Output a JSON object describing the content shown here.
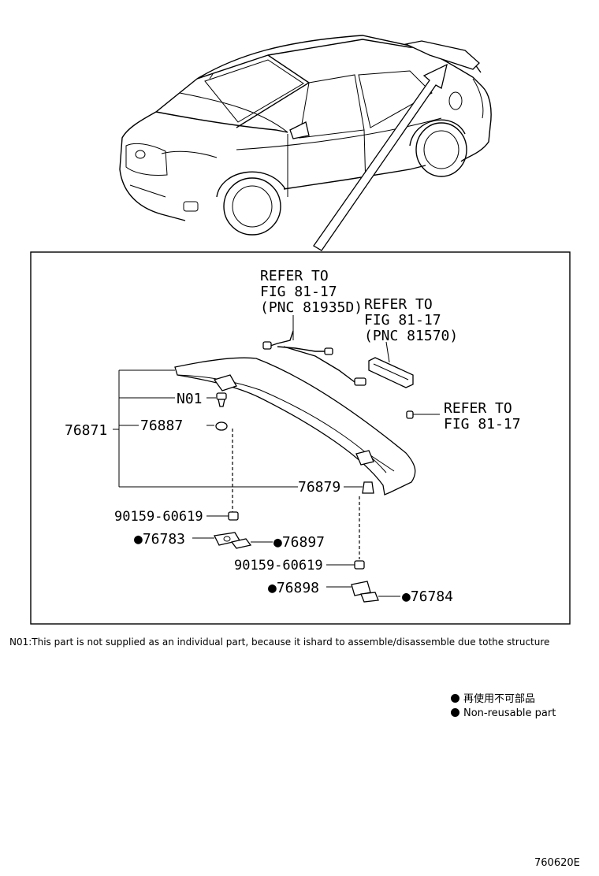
{
  "labels": {
    "refer1": [
      "REFER TO",
      "FIG 81-17",
      "(PNC 81935D)"
    ],
    "refer2": [
      "REFER TO",
      "FIG 81-17",
      "(PNC 81570)"
    ],
    "refer3": [
      "REFER TO",
      "FIG 81-17"
    ],
    "n01": "N01",
    "p76887": "76887",
    "p76871": "76871",
    "p76879": "76879",
    "bolt1": "90159-60619",
    "p76783": "●76783",
    "p76897": "●76897",
    "bolt2": "90159-60619",
    "p76898": "●76898",
    "p76784": "●76784"
  },
  "note": "N01:This part is not supplied as an individual part, because it ishard to assemble/disassemble due tothe structure",
  "legend": {
    "jp": "再使用不可部品",
    "en": "Non-reusable part"
  },
  "figure_code": "760620E"
}
